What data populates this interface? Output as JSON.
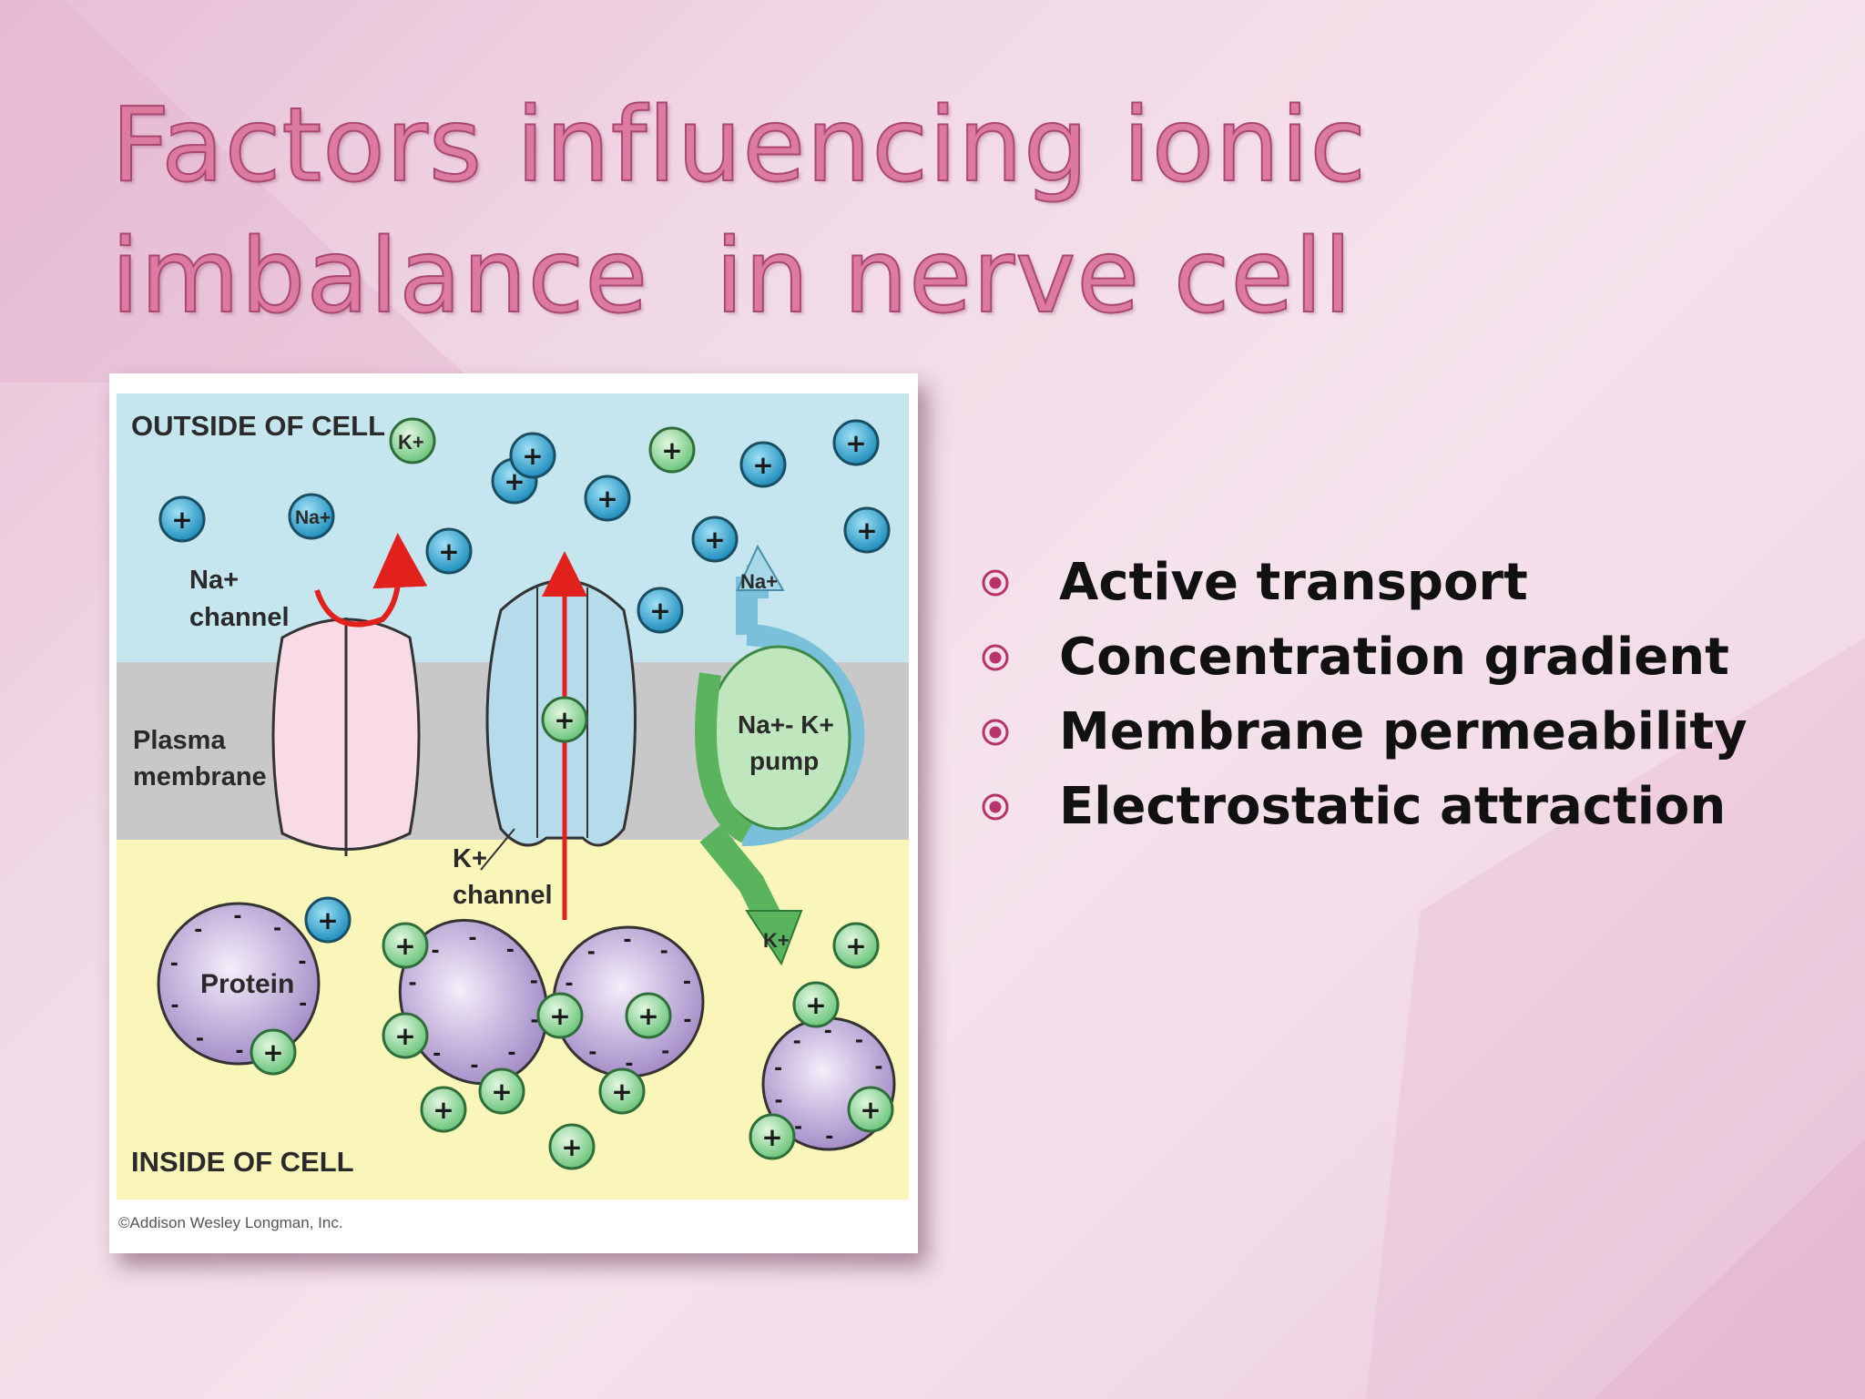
{
  "slide": {
    "title_lines": [
      "Factors influencing ionic",
      "imbalance  in nerve cell"
    ],
    "bullets": [
      "Active transport",
      "Concentration gradient",
      "Membrane permeability",
      "Electrostatic attraction"
    ],
    "bullet_icon": "target-bullet-icon",
    "colors": {
      "title": "#dd7aa0",
      "title_outline": "#a84873",
      "bullet_mark": "#b8336a",
      "bullet_text": "#111111"
    }
  },
  "figure": {
    "outside_label": "OUTSIDE OF CELL",
    "inside_label": "INSIDE OF CELL",
    "na_ion": "Na+",
    "k_ion": "K+",
    "na_channel": [
      "Na+",
      "channel"
    ],
    "plasma_membrane": [
      "Plasma",
      "membrane"
    ],
    "k_channel": [
      "K+",
      "channel"
    ],
    "pump": [
      "Na+- K+",
      "pump"
    ],
    "pump_na_arrow": "Na+",
    "pump_k_arrow": "K+",
    "protein_label": "Protein",
    "plus_sign": "+",
    "minus_sign": "-",
    "credit": "©Addison Wesley Longman, Inc.",
    "colors": {
      "outside": "#c5e6ee",
      "membrane": "#c8c8c8",
      "inside": "#faf6b9",
      "na_ion": "#2f9ec9",
      "k_ion": "#9fd9a0",
      "protein": "#c9b4dc",
      "arrow_red": "#e2211c"
    }
  }
}
